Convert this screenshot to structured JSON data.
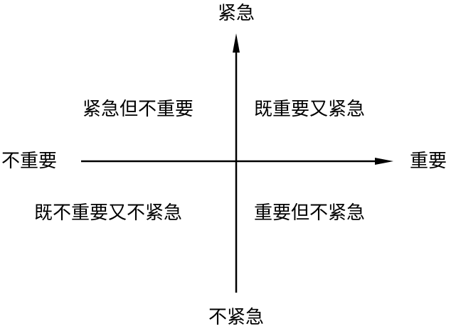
{
  "colors": {
    "ink": "#000000",
    "background": "#ffffff"
  },
  "axes": {
    "top": "紧急",
    "bottom": "不紧急",
    "left": "不重要",
    "right": "重要"
  },
  "quadrants": {
    "top_left": "紧急但不重要",
    "top_right": "既重要又紧急",
    "bottom_left": "既不重要又不紧急",
    "bottom_right": "重要但不紧急"
  }
}
